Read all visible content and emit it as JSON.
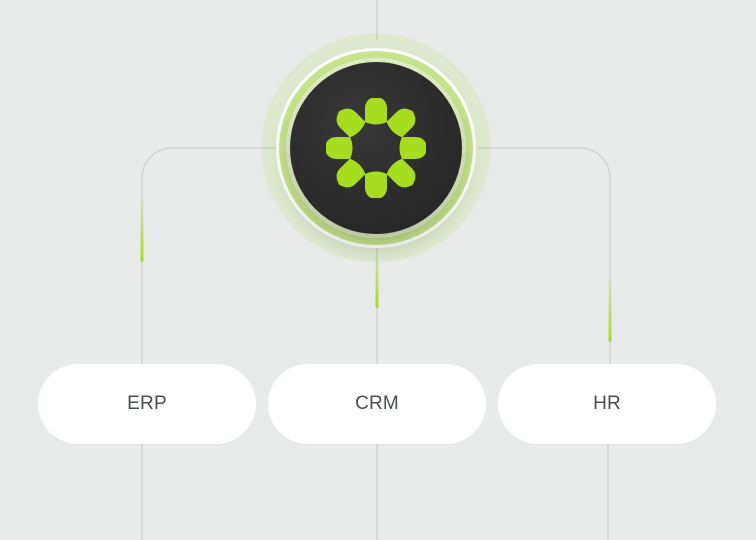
{
  "colors": {
    "background": "#E9EBEB",
    "connector": "#CFD3D3",
    "accent": "#A6DD1E",
    "hub": "#2A2A2A",
    "pill": "#FFFFFF",
    "pill_text": "#4A4D51"
  },
  "hub": {
    "icon": "pinwheel-logo-icon"
  },
  "nodes": [
    {
      "label": "ERP"
    },
    {
      "label": "CRM"
    },
    {
      "label": "HR"
    }
  ]
}
